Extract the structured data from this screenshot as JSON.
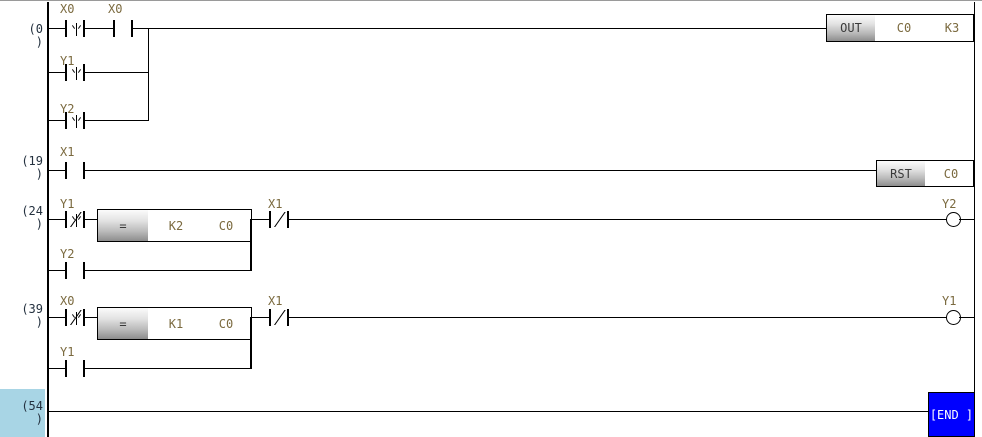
{
  "window": {
    "type": "ladder-logic-editor",
    "background": "#ffffff",
    "selection_color": "#a8d5e5",
    "cursor_block_color": "#0000ff",
    "device_text_color": "#7b6a3f",
    "wire_color": "#000000"
  },
  "rungs": [
    {
      "step": "(0\n)",
      "step_display": "(0)",
      "elements": {
        "contact_1": "X0",
        "contact_2": "X0",
        "branch_2": "Y1",
        "branch_3": "Y2",
        "output_op": "OUT",
        "output_arg1": "C0",
        "output_arg2": "K3"
      }
    },
    {
      "step": "(19\n)",
      "step_display": "(19)",
      "elements": {
        "contact_1": "X1",
        "output_op": "RST",
        "output_arg1": "C0"
      }
    },
    {
      "step": "(24\n)",
      "step_display": "(24)",
      "elements": {
        "contact_1": "Y1",
        "branch_2": "Y2",
        "compare_op": "=",
        "compare_arg1": "K2",
        "compare_arg2": "C0",
        "contact_2": "X1",
        "coil": "Y2"
      }
    },
    {
      "step": "(39\n)",
      "step_display": "(39)",
      "elements": {
        "contact_1": "X0",
        "branch_2": "Y1",
        "compare_op": "=",
        "compare_arg1": "K1",
        "compare_arg2": "C0",
        "contact_2": "X1",
        "coil": "Y1"
      }
    },
    {
      "step": "(54\n)",
      "step_display": "(54)",
      "selected": true,
      "elements": {
        "end_label": "[END ]"
      }
    }
  ]
}
